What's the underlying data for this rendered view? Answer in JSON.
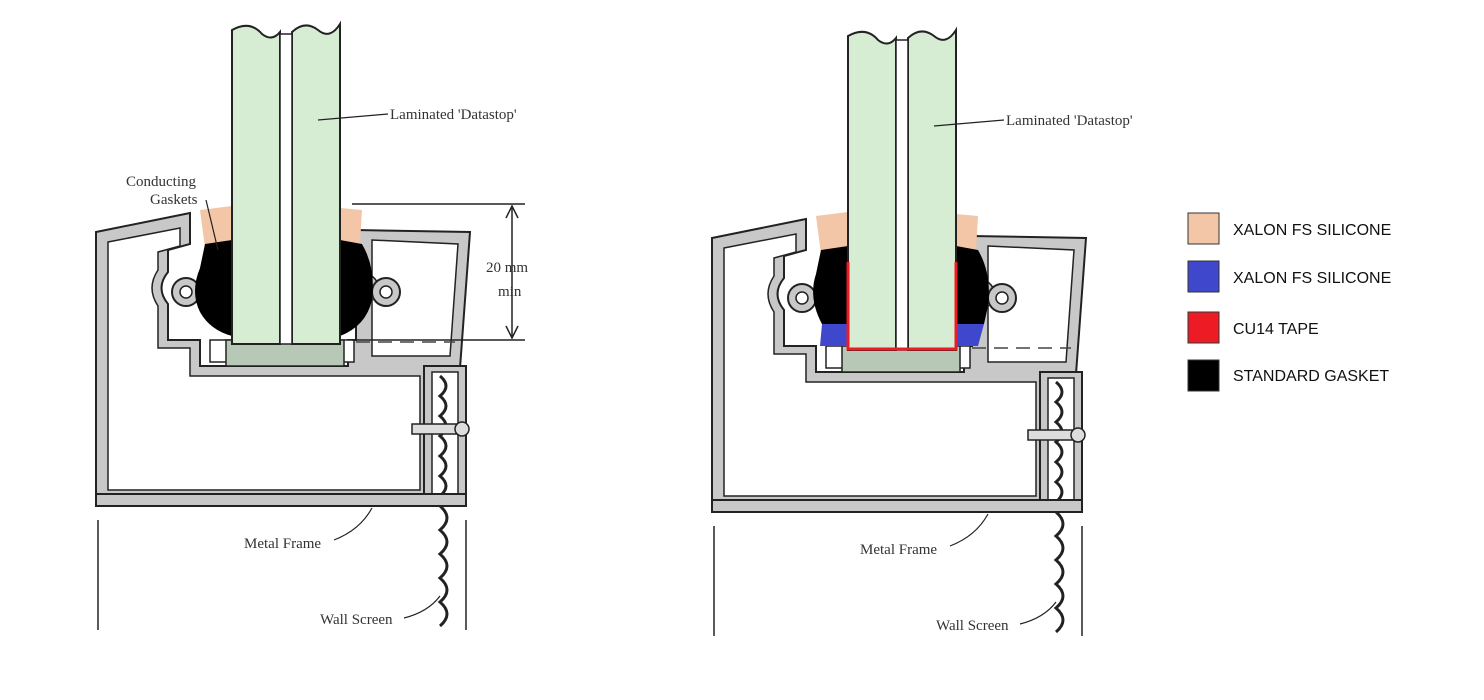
{
  "left_diagram": {
    "glass_label": "Laminated 'Datastop'",
    "gasket_label_1": "Conducting",
    "gasket_label_2": "Gaskets",
    "dim_label_1": "20 mm",
    "dim_label_2": "min",
    "frame_label": "Metal Frame",
    "screen_label": "Wall Screen"
  },
  "right_diagram": {
    "glass_label": "Laminated 'Datastop'",
    "frame_label": "Metal Frame",
    "screen_label": "Wall Screen"
  },
  "legend": {
    "items": [
      {
        "label": "XALON FS SILICONE",
        "color": "#f2c6a7"
      },
      {
        "label": "XALON FS SILICONE",
        "color": "#3f48cc"
      },
      {
        "label": "CU14 TAPE",
        "color": "#ed1c24"
      },
      {
        "label": "STANDARD GASKET",
        "color": "#000000"
      }
    ]
  },
  "colors": {
    "glass": "#d6ecd3",
    "frame_fill": "#c8c8c8",
    "setting_block": "#b7c9b6",
    "outline": "#222222"
  }
}
